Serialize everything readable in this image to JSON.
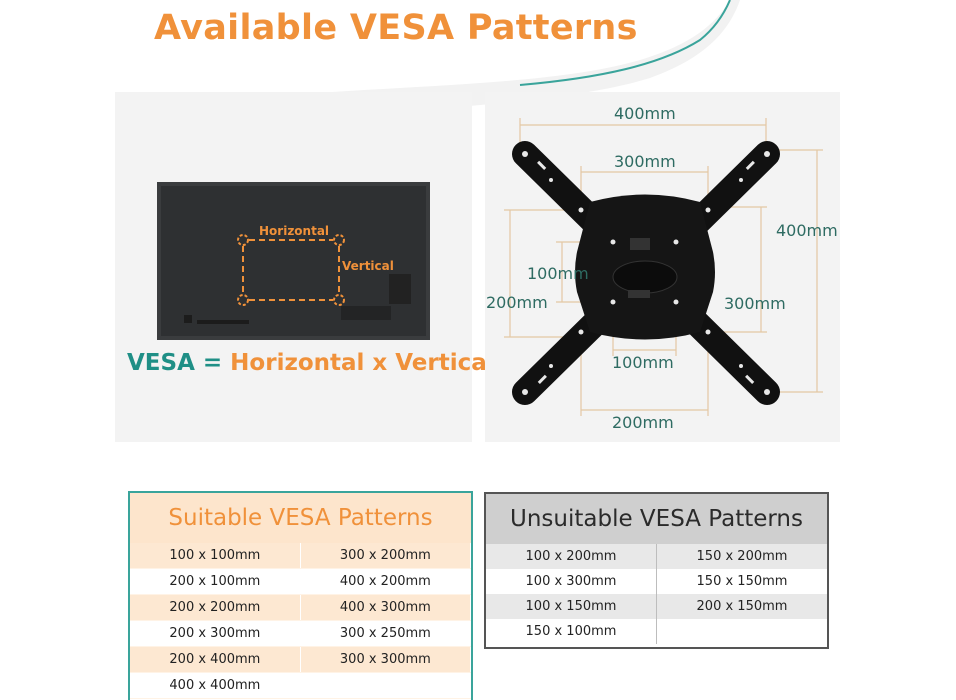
{
  "title": "Available VESA Patterns",
  "tv_diagram": {
    "horizontal_label": "Horizontal",
    "vertical_label": "Vertical"
  },
  "formula": {
    "lhs": "VESA =",
    "rhs": "Horizontal x Vertical"
  },
  "mount_diagram": {
    "outer_width": "400mm",
    "inner_width": "300mm",
    "outer_height": "400mm",
    "inner_height": "300mm",
    "left_small": "100mm",
    "left_mid": "200mm",
    "bottom_small": "100mm",
    "bottom_mid": "200mm"
  },
  "suitable": {
    "heading": "Suitable VESA Patterns",
    "rows": [
      [
        "100 x 100mm",
        "300 x 200mm"
      ],
      [
        "200 x 100mm",
        "400 x 200mm"
      ],
      [
        "200 x 200mm",
        "400 x 300mm"
      ],
      [
        "200 x 300mm",
        "300 x 250mm"
      ],
      [
        "200 x 400mm",
        "300 x 300mm"
      ],
      [
        "400 x 400mm",
        ""
      ]
    ]
  },
  "unsuitable": {
    "heading": "Unsuitable VESA Patterns",
    "rows": [
      [
        "100 x 200mm",
        "150 x 200mm"
      ],
      [
        "100 x 300mm",
        "150 x 150mm"
      ],
      [
        "100 x 150mm",
        "200 x 150mm"
      ],
      [
        "150 x 100mm",
        ""
      ]
    ]
  },
  "colors": {
    "orange": "#f0913a",
    "teal": "#1f8f86",
    "dimension_text": "#2e6b62"
  }
}
